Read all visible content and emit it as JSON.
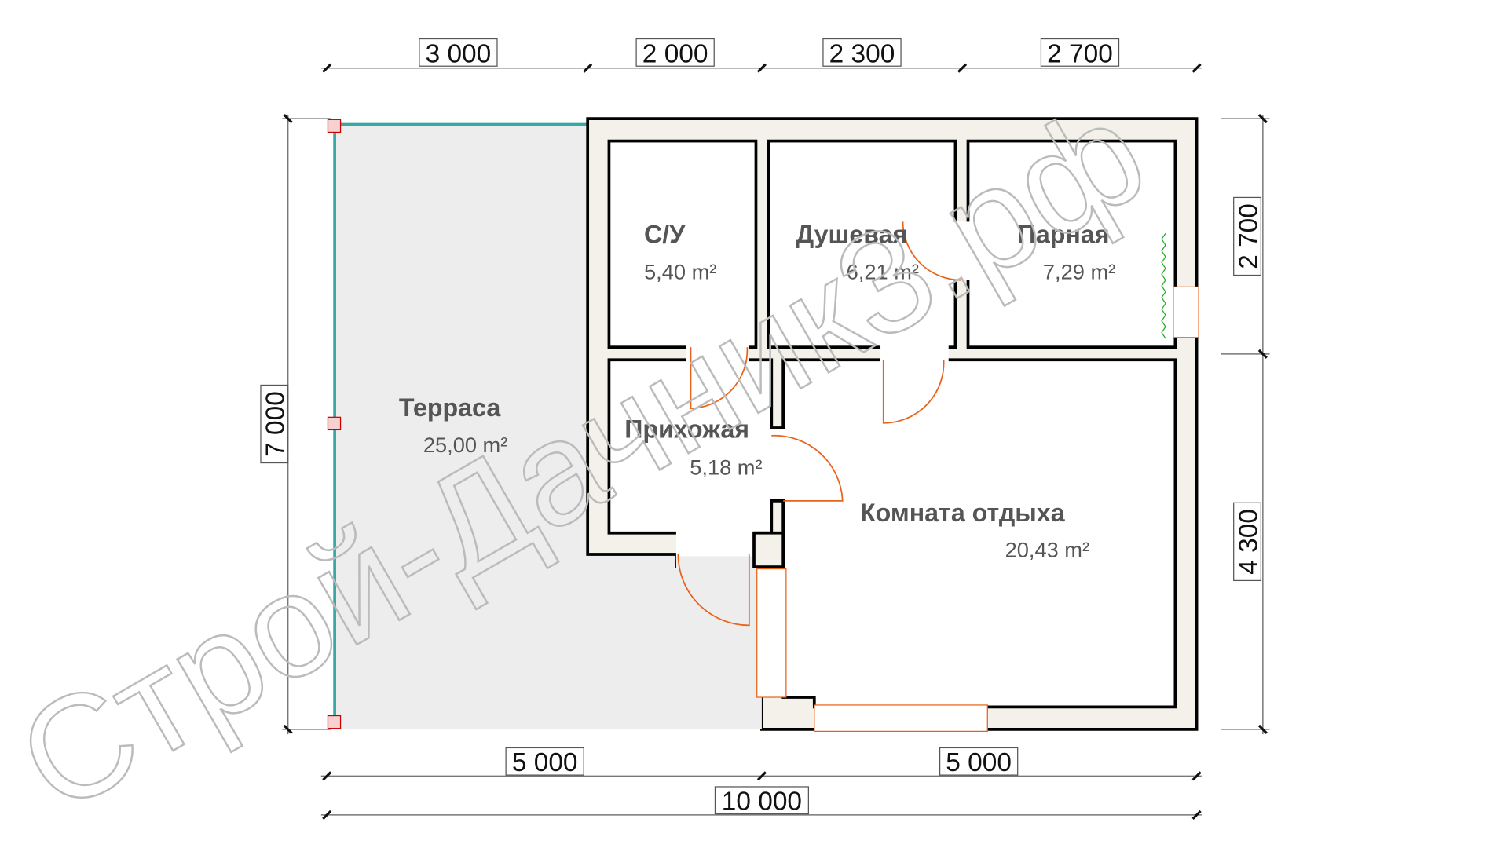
{
  "watermark": "Строй-Дачник3.рф",
  "dimensions": {
    "top": [
      "3 000",
      "2 000",
      "2 300",
      "2 700"
    ],
    "right": [
      "2 700",
      "4 300"
    ],
    "left": "7 000",
    "bottom": [
      "5 000",
      "5 000"
    ],
    "total": "10 000"
  },
  "rooms": [
    {
      "name": "С/У",
      "area": "5,40 m²"
    },
    {
      "name": "Душевая",
      "area": "6,21 m²"
    },
    {
      "name": "Парная",
      "area": "7,29 m²"
    },
    {
      "name": "Прихожая",
      "area": "5,18 m²"
    },
    {
      "name": "Комната отдыха",
      "area": "20,43 m²"
    },
    {
      "name": "Терраса",
      "area": "25,00 m²"
    }
  ],
  "colors": {
    "wall": "#f3f1ea",
    "terrace": "#ededed",
    "door": "#e8621a",
    "railing": "#3aa7a7"
  }
}
